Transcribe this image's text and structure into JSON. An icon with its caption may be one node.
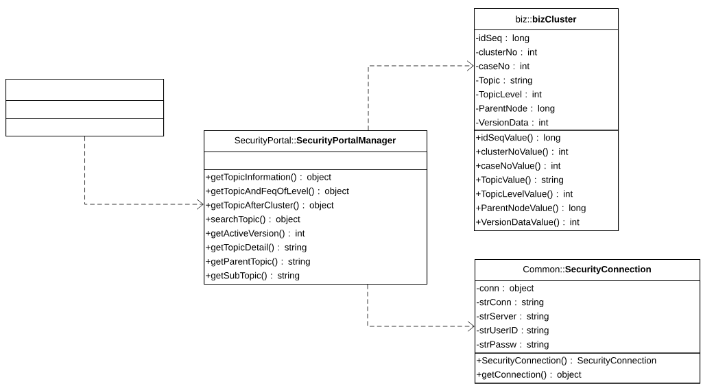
{
  "diagram": {
    "nodes": [
      {
        "text": [],
        "shape": "box"
      },
      {
        "text": [],
        "shape": "box",
        "in": 0
      },
      {
        "text": [],
        "shape": "box",
        "in": 0
      },
      {
        "text": [
          "SecurityPortal::**SecurityPortalManager**"
        ]
      },
      {
        "text": [],
        "shape": "box",
        "in": 3
      },
      {
        "text": [
          "+getTopicInformation() : object",
          "+getTopicAndFeqOfLevel() : object",
          "+getTopicAfterCluster() : object",
          "+searchTopic() : object",
          "+getActiveVersion() : int",
          "+getTopicDetail() : string",
          "+getParentTopic() : string",
          "+getSubTopic() : string"
        ],
        "in": 3
      },
      {
        "text": [
          "biz::**bizCluster**"
        ]
      },
      {
        "text": [
          "-idSeq : long",
          "-clusterNo : int",
          "-caseNo : int",
          "-Topic : string",
          "-TopicLevel : int",
          "-ParentNode : long",
          "-VersionData : int"
        ],
        "in": 6
      },
      {
        "text": [
          "+idSeqValue() : long",
          "+clusterNoValue() : int",
          "+caseNoValue() : int",
          "+TopicValue() : string",
          "+TopicLevelValue() : int",
          "+ParentNodeValue() : long",
          "+VersionDataValue() : int"
        ],
        "in": 6
      },
      {
        "text": [
          "Common::**SecurityConnection**"
        ]
      },
      {
        "text": [
          "-conn : object",
          "-strConn : string",
          "-strServer : string",
          "-strUserID : string",
          "-strPassw : string"
        ],
        "in": 9
      },
      {
        "text": [
          "+SecurityConnection() : SecurityConnection",
          "+getConnection() : object"
        ],
        "in": 9
      }
    ],
    "edges": [
      {
        "from": 0,
        "to": 3,
        "arrow": "to",
        "style": "dashed"
      },
      {
        "from": 3,
        "to": 6,
        "arrow": "to",
        "style": "dashed"
      },
      {
        "from": 3,
        "to": 9,
        "arrow": "to",
        "style": "dashed"
      }
    ]
  }
}
